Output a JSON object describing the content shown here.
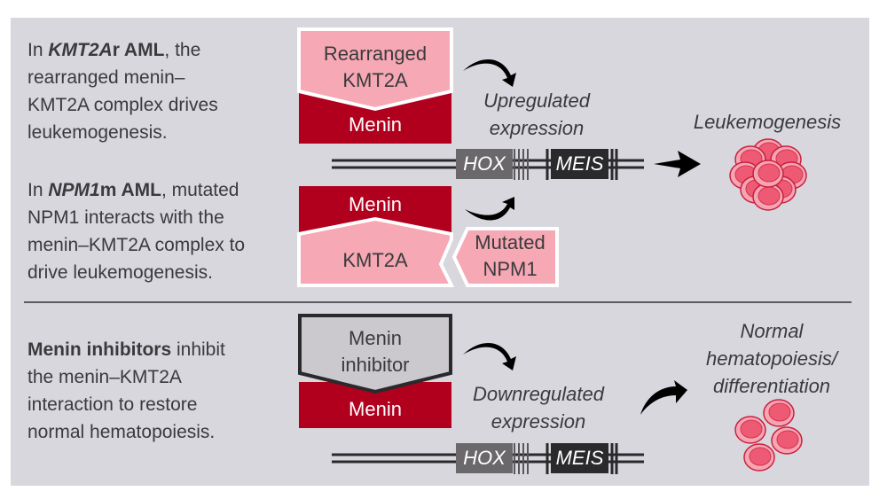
{
  "sections": [
    {
      "id": "kmt2ar",
      "description": {
        "prefix": "In ",
        "bold_italic": "KMT2A",
        "bold": "r AML",
        "rest_line1": ", the",
        "rest": "rearranged menin–KMT2A complex drives leukemogenesis.",
        "lines": [
          "rearranged menin–",
          "KMT2A complex drives",
          "leukemogenesis."
        ]
      },
      "top_box": "Rearranged KMT2A",
      "top_box_lines": [
        "Rearranged",
        "KMT2A"
      ],
      "bottom_box": "Menin"
    },
    {
      "id": "npm1m",
      "description": {
        "prefix": "In ",
        "bold_italic": "NPM1",
        "bold": "m AML",
        "rest_line1": ", mutated",
        "lines": [
          "NPM1 interacts with the",
          "menin–KMT2A complex to",
          "drive leukemogenesis."
        ]
      },
      "top_box": "Menin",
      "bottom_box": "KMT2A",
      "side_box_lines": [
        "Mutated",
        "NPM1"
      ]
    },
    {
      "id": "inhibitor",
      "description": {
        "bold": "Menin inhibitors",
        "rest_line1": " inhibit",
        "lines": [
          "the menin–KMT2A",
          "interaction to restore",
          "normal hematopoiesis."
        ]
      },
      "top_box_lines": [
        "Menin",
        "inhibitor"
      ],
      "bottom_box": "Menin"
    }
  ],
  "upper": {
    "expression_label_lines": [
      "Upregulated",
      "expression"
    ],
    "genes": [
      "HOX",
      "MEIS"
    ],
    "outcome": "Leukemogenesis"
  },
  "lower": {
    "expression_label_lines": [
      "Downregulated",
      "expression"
    ],
    "genes": [
      "HOX",
      "MEIS"
    ],
    "outcome_lines": [
      "Normal",
      "hematopoiesis/",
      "differentiation"
    ]
  },
  "colors": {
    "panel_bg": "#d8d7dd",
    "menin_red": "#b0001e",
    "kmt2a_pink": "#f6a8b4",
    "inhibitor_gray": "#cbc9cd",
    "hox_gray": "#6b686c",
    "meis_dark": "#2a2a2c",
    "cell_pink": "#ee5a74"
  }
}
